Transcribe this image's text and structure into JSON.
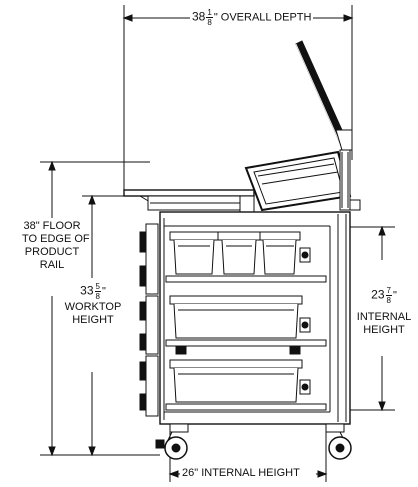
{
  "dimensions": {
    "overall_depth": {
      "whole": "38",
      "num": "1",
      "den": "8",
      "text": "\" OVERALL DEPTH"
    },
    "floor_to_rail": {
      "lines": [
        "38\" FLOOR",
        "TO EDGE OF",
        "PRODUCT",
        "RAIL"
      ]
    },
    "worktop_height": {
      "whole": "33",
      "num": "5",
      "den": "8",
      "quote": "\"",
      "lines": [
        "WORKTOP",
        "HEIGHT"
      ]
    },
    "internal_height": {
      "whole": "23",
      "num": "7",
      "den": "8",
      "quote": "\"",
      "lines": [
        "INTERNAL",
        "HEIGHT"
      ]
    },
    "bottom_dimension": {
      "text": "26\" INTERNAL HEIGHT"
    }
  },
  "colors": {
    "line": "#111111",
    "background": "#ffffff"
  }
}
